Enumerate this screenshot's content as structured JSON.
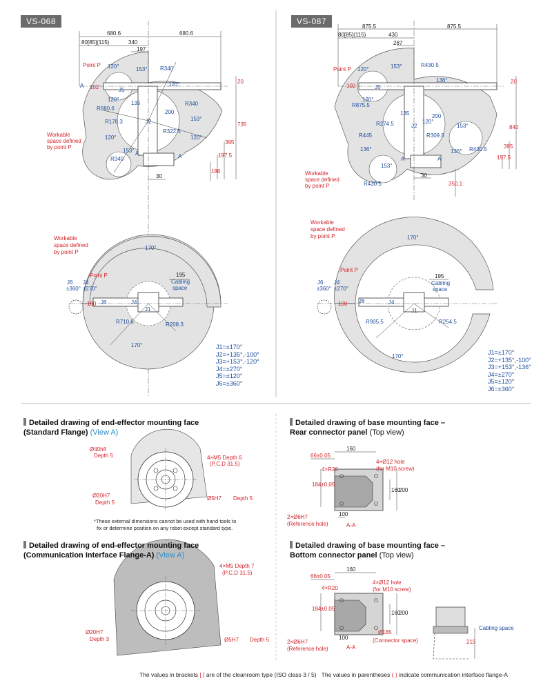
{
  "models": {
    "left": {
      "tag": "VS-068"
    },
    "right": {
      "tag": "VS-087"
    }
  },
  "vs068": {
    "side": {
      "dims_top": [
        "680.6",
        "680.6",
        "80[85](115)",
        "340",
        "197"
      ],
      "point_p": "Point P",
      "workable": [
        "Workable",
        "space defined",
        "by point P"
      ],
      "view_marks": [
        "A",
        "A",
        "A"
      ],
      "radii": [
        "R340",
        "R680.6",
        "R178.3",
        "R322.5",
        "R340",
        "R340"
      ],
      "angles": [
        "120°",
        "153°",
        "120°",
        "120°",
        "153°",
        "120°",
        "153°",
        "120°"
      ],
      "small": [
        "135",
        "102",
        "J5",
        "J2",
        "200"
      ],
      "dims_right": [
        "20",
        "735",
        "395",
        "197.5",
        "186"
      ],
      "dim_bottom": "30"
    },
    "top": {
      "workable": [
        "Workable",
        "space defined",
        "by point P"
      ],
      "angle_top": "170°",
      "angle_bottom": "170°",
      "point_p": "Point P",
      "j6": "J6",
      "j6_range": "±360°",
      "j4": "J4",
      "j4_range": "±270°",
      "cabling": [
        "Cabling",
        "space"
      ],
      "dim_195": "195",
      "r_outer": "R710.6",
      "r_inner": "R208.3",
      "small": [
        "100",
        "J6",
        "J4",
        "J1"
      ],
      "joint_ranges": [
        "J1=±170°",
        "J2=+135°,-100°",
        "J3=+153°,-120°",
        "J4=±270°",
        "J5=±120°",
        "J6=±360°"
      ]
    }
  },
  "vs087": {
    "side": {
      "dims_top": [
        "875.5",
        "875.5",
        "80[85](115)",
        "430",
        "287"
      ],
      "point_p": "Point P",
      "workable": [
        "Workable",
        "space defined",
        "by point P"
      ],
      "view_marks": [
        "A",
        "A"
      ],
      "radii": [
        "R430.5",
        "R875.5",
        "R274.5",
        "R445",
        "R309.5",
        "R430.5",
        "R430.5"
      ],
      "angles": [
        "120°",
        "153°",
        "136°",
        "120°",
        "153°",
        "136°",
        "136°",
        "153°",
        "120°"
      ],
      "small": [
        "135",
        "102",
        "J5",
        "J2",
        "200"
      ],
      "dims_right": [
        "20",
        "840",
        "395",
        "197.5",
        "350.1"
      ],
      "dim_bottom": "30"
    },
    "top": {
      "workable": [
        "Workable",
        "space defined",
        "by point P"
      ],
      "angle_top": "170°",
      "angle_bottom": "170°",
      "point_p": "Point P",
      "j6": "J6",
      "j6_range": "±360°",
      "j4": "J4",
      "j4_range": "±270°",
      "cabling": [
        "Cabling",
        "space"
      ],
      "dim_195": "195",
      "r_outer": "R905.5",
      "r_inner": "R254.5",
      "small": [
        "100",
        "J6",
        "J4",
        "J1"
      ],
      "joint_ranges": [
        "J1=±170°",
        "J2=+135°,-100°",
        "J3=+153°,-136°",
        "J4=±270°",
        "J5=±120°",
        "J6=±360°"
      ]
    }
  },
  "sections": {
    "standard_flange": {
      "title1": "Detailed drawing of end-effector mounting face",
      "title2": "(Standard Flange)",
      "view": "(View A)",
      "labels": [
        "Ø40h8",
        "Depth 5",
        "4×M5 Depth 6",
        "(P.C.D 31.5)",
        "Ø20H7",
        "Depth 5",
        "Ø5H7",
        "Depth 5"
      ],
      "note1": "*These external dimensions cannot be used with hand tools to",
      "note2": "fix or determine position on any robot except standard type."
    },
    "comm_flange": {
      "title1": "Detailed drawing of end-effector mounting face",
      "title2": "(Communication Interface Flange-A)",
      "view": "(View A)",
      "labels": [
        "4×M5 Depth 7",
        "(P.C.D 31.5)",
        "Ø20H7",
        "Depth 3",
        "Ø5H7",
        "Depth 5"
      ]
    },
    "rear_panel": {
      "title1": "Detailed drawing of base mounting face –",
      "title2": "Rear connector panel",
      "view": "(Top view)",
      "labels": [
        "66±0.05",
        "160",
        "4×R20",
        "4×Ø12 hole",
        "(for M10 screw)",
        "184±0.05",
        "160",
        "200",
        "2×Ø6H7",
        "(Reference hole)",
        "100",
        "A-A"
      ]
    },
    "bottom_panel": {
      "title1": "Detailed drawing of base mounting face –",
      "title2": "Bottom connector panel",
      "view": "(Top view)",
      "labels": [
        "66±0.05",
        "160",
        "4×R20",
        "4×Ø12 hole",
        "(for M10 screw)",
        "184±0.05",
        "160",
        "200",
        "2×Ø6H7",
        "(Reference hole)",
        "100",
        "A-A",
        "Ø185",
        "(Connector space)",
        "215",
        "Cabling space"
      ]
    }
  },
  "footer": {
    "part1": "The values in brackets",
    "mark1": "[ ]",
    "part2": "are of the cleanroom type (ISO class 3 / 5)",
    "part3": "The values in parentheses",
    "mark2": "( )",
    "part4": "indicate communication interface flange-A"
  }
}
